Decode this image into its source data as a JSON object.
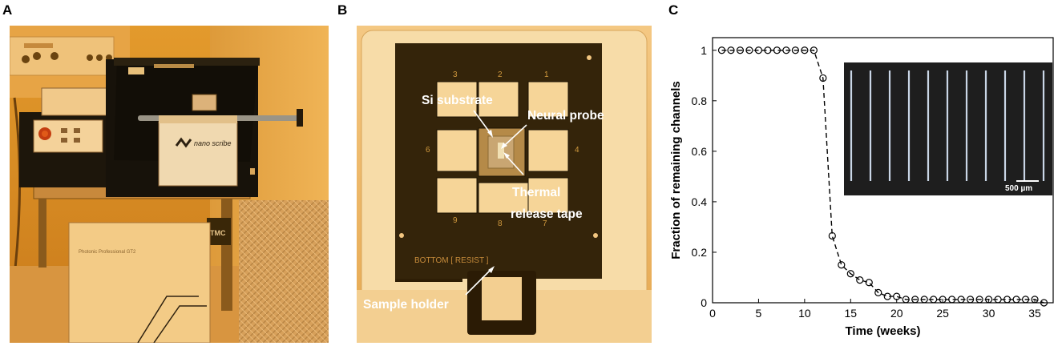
{
  "panels": {
    "a": {
      "letter": "A"
    },
    "b": {
      "letter": "B"
    },
    "c": {
      "letter": "C"
    }
  },
  "photo_a": {
    "logo_text": "nano scribe",
    "tmc_label": "TMC",
    "cabinet_label": "Photonic Professional GT2"
  },
  "photo_b": {
    "slot_numbers": [
      "3",
      "2",
      "1",
      "6",
      "4",
      "9",
      "8",
      "7"
    ],
    "holder_text": "BOTTOM [ RESIST ]",
    "annotations": {
      "si_substrate": "Si substrate",
      "neural_probe": "Neural probe",
      "thermal_line1": "Thermal",
      "thermal_line2": "release tape",
      "sample_holder": "Sample holder"
    }
  },
  "chart_data": {
    "type": "scatter",
    "xlabel": "Time (weeks)",
    "ylabel": "Fraction of remaining channels",
    "xlim": [
      0,
      37
    ],
    "ylim": [
      0,
      1.05
    ],
    "x_ticks": [
      0,
      5,
      10,
      15,
      20,
      25,
      30,
      35
    ],
    "y_ticks": [
      0,
      0.2,
      0.4,
      0.6,
      0.8,
      1
    ],
    "marker": "open circle",
    "line_style": "dashed",
    "color": "#000000",
    "series": [
      {
        "x": [
          1,
          2,
          3,
          4,
          5,
          6,
          7,
          8,
          9,
          10,
          11,
          12,
          13,
          14,
          15,
          16,
          17,
          18,
          19,
          20,
          21,
          22,
          23,
          24,
          25,
          26,
          27,
          28,
          29,
          30,
          31,
          32,
          33,
          34,
          35,
          36
        ],
        "y": [
          1,
          1,
          1,
          1,
          1,
          1,
          1,
          1,
          1,
          1,
          1,
          0.89,
          0.265,
          0.15,
          0.115,
          0.09,
          0.08,
          0.04,
          0.025,
          0.025,
          0.013,
          0.013,
          0.013,
          0.013,
          0.013,
          0.013,
          0.013,
          0.013,
          0.013,
          0.013,
          0.013,
          0.013,
          0.013,
          0.013,
          0.013,
          0.0
        ]
      }
    ],
    "inset": {
      "scale_bar_label": "500 µm",
      "probe_count": 11
    }
  }
}
